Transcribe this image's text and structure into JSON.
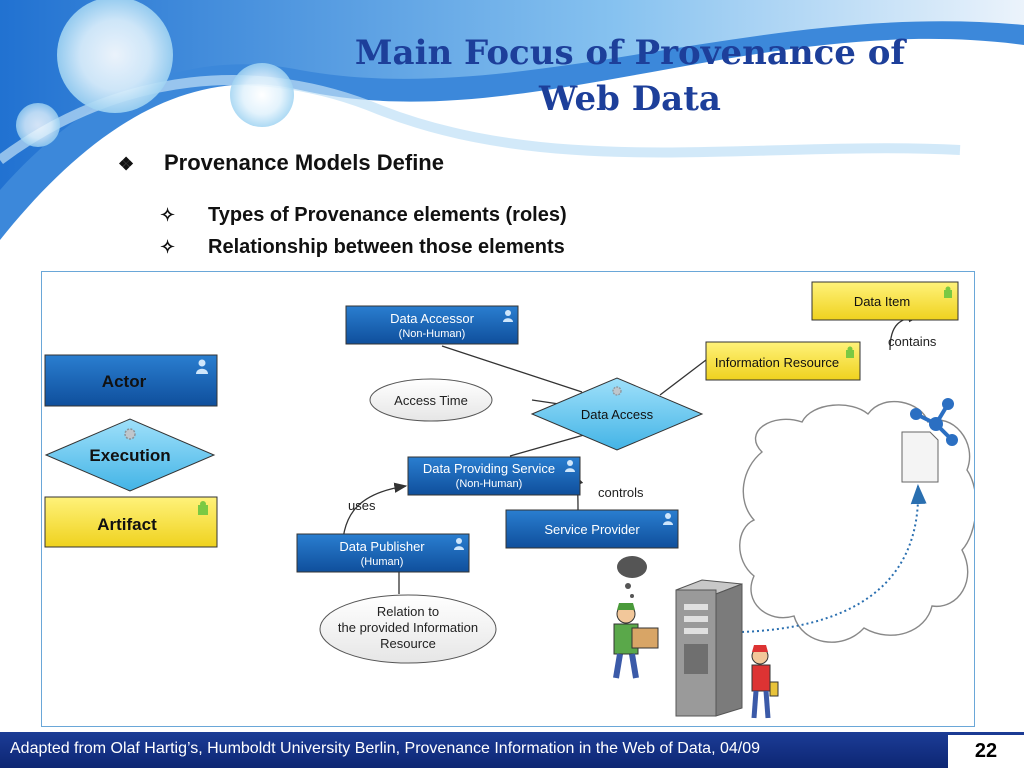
{
  "slide": {
    "title_line1": "Main Focus of Provenance of",
    "title_line2": "Web Data",
    "bullet_main": "Provenance Models Define",
    "sub_bullets": [
      "Types of Provenance elements (roles)",
      "Relationship between those elements"
    ],
    "footer": "Adapted from Olaf Hartig’s, Humboldt University Berlin, Provenance Information in the Web of Data, 04/09",
    "page_number": "22"
  },
  "legend": {
    "actor": "Actor",
    "execution": "Execution",
    "artifact": "Artifact"
  },
  "diagram": {
    "data_accessor": [
      "Data Accessor",
      "(Non-Human)"
    ],
    "data_item": "Data Item",
    "information_resource": "Information Resource",
    "contains": "contains",
    "access_time": "Access Time",
    "data_access": "Data Access",
    "data_providing_service": [
      "Data Providing Service",
      "(Non-Human)"
    ],
    "uses": "uses",
    "controls": "controls",
    "service_provider": "Service Provider",
    "data_publisher": [
      "Data Publisher",
      "(Human)"
    ],
    "relation": [
      "Relation to",
      "the provided Information",
      "Resource"
    ]
  },
  "colors": {
    "title": "#1d3f9a",
    "actor_blue": "#1c67b8",
    "execution_cyan": "#6ec9f0",
    "artifact_yellow": "#f5e13a",
    "footer_blue": "#12307f"
  }
}
